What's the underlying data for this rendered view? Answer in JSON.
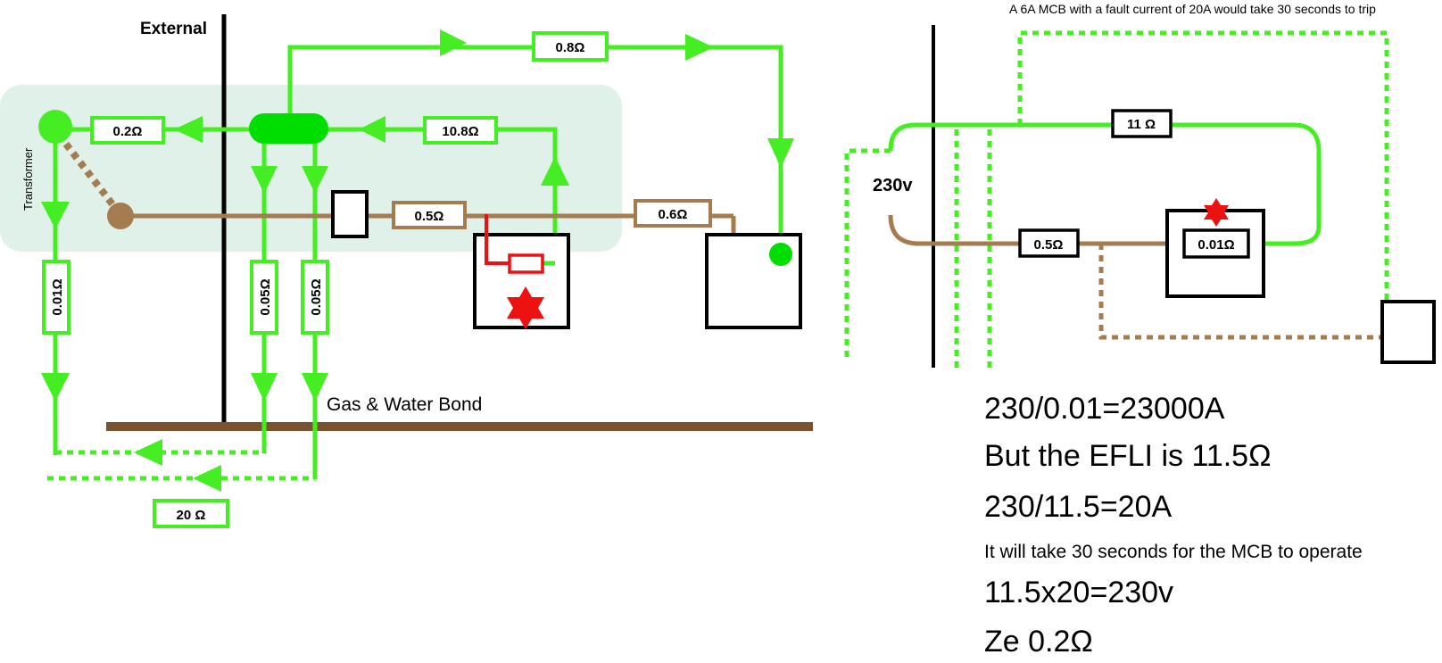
{
  "colors": {
    "live": "#44ee22",
    "earth": "#a57c4f",
    "fault": "#ee1111",
    "panel": "#dff1e8",
    "bond": "#7a5230"
  },
  "left": {
    "external_label": "External",
    "transformer_label": "Transformer",
    "r_top": "0.8Ω",
    "r_transformer": "0.2Ω",
    "r_line": "10.8Ω",
    "r_neutral_1": "0.5Ω",
    "r_neutral_2": "0.6Ω",
    "r_earth_transformer": "0.01Ω",
    "r_bond_1": "0.05Ω",
    "r_bond_2": "0.05Ω",
    "r_ground": "20 Ω",
    "bond_label": "Gas & Water Bond"
  },
  "right": {
    "note": "A 6A MCB with a fault current of 20A would take 30 seconds to trip",
    "supply_label": "230v",
    "r_line": "11 Ω",
    "r_neutral": "0.5Ω",
    "r_fault": "0.01Ω"
  },
  "calculations": {
    "line1": "230/0.01=23000A",
    "line2": "But the EFLI is 11.5Ω",
    "line3": "230/11.5=20A",
    "line4": "It will take 30 seconds for the MCB to operate",
    "line5": "11.5x20=230v",
    "line6": "Ze 0.2Ω"
  }
}
